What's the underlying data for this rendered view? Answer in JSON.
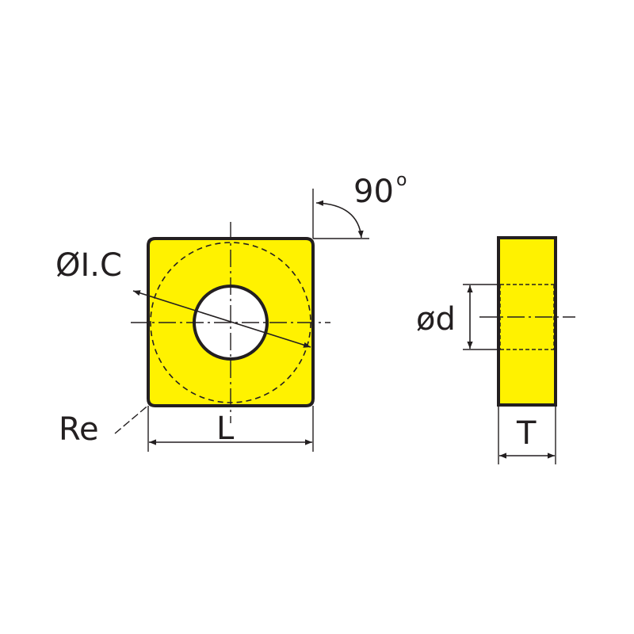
{
  "colors": {
    "insert_fill": "#fff200",
    "outline": "#231f20",
    "background": "#ffffff"
  },
  "labels": {
    "angle": "90",
    "angle_unit": "o",
    "inscribed_circle": "ØI.C",
    "corner_radius": "Re",
    "length": "L",
    "hole_diameter": "ød",
    "thickness": "T"
  }
}
